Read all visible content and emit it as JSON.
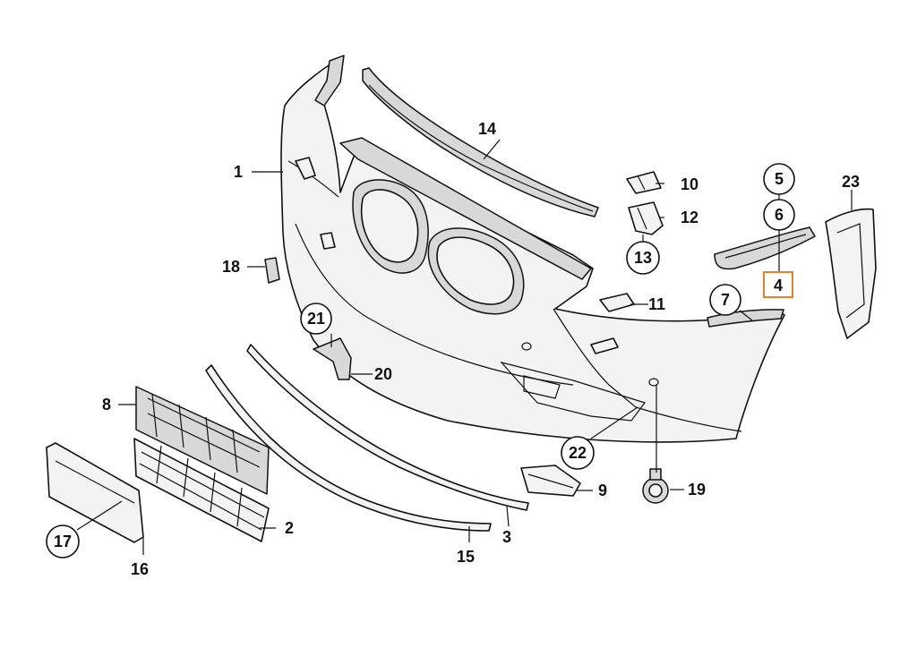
{
  "labels": {
    "p1": "1",
    "p2": "2",
    "p3": "3",
    "p4": "4",
    "p5": "5",
    "p6": "6",
    "p7": "7",
    "p8": "8",
    "p9": "9",
    "p10": "10",
    "p11": "11",
    "p12": "12",
    "p13": "13",
    "p14": "14",
    "p15": "15",
    "p16": "16",
    "p17": "17",
    "p18": "18",
    "p19": "19",
    "p20": "20",
    "p21": "21",
    "p22": "22",
    "p23": "23"
  },
  "highlight_color": "#e8812a"
}
